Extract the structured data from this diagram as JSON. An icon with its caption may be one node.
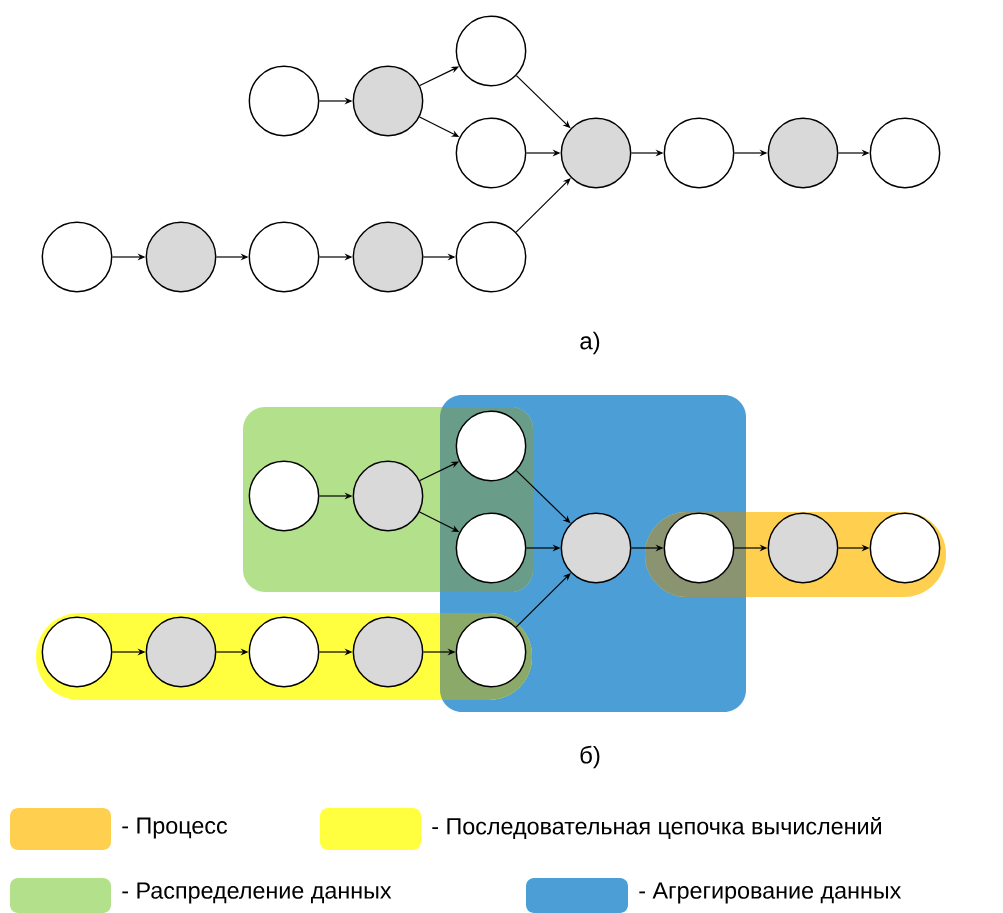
{
  "diagram": {
    "nodes": [
      {
        "text": [],
        "shape": "circle"
      },
      {
        "text": [],
        "shape": "circle"
      },
      {
        "text": [],
        "shape": "circle"
      },
      {
        "text": [],
        "shape": "circle"
      },
      {
        "text": [],
        "shape": "circle"
      },
      {
        "text": [],
        "shape": "circle"
      },
      {
        "text": [],
        "shape": "circle"
      },
      {
        "text": [],
        "shape": "circle"
      },
      {
        "text": [],
        "shape": "circle"
      },
      {
        "text": [],
        "shape": "circle"
      },
      {
        "text": [],
        "shape": "circle"
      },
      {
        "text": [],
        "shape": "circle"
      },
      {
        "text": [],
        "shape": "circle"
      },
      {
        "text": [],
        "shape": "circle"
      },
      {
        "text": [],
        "shape": "circle"
      },
      {
        "text": [],
        "shape": "circle"
      },
      {
        "text": [],
        "shape": "circle"
      },
      {
        "text": [],
        "shape": "circle"
      },
      {
        "text": [],
        "shape": "circle"
      },
      {
        "text": [],
        "shape": "circle"
      },
      {
        "text": [],
        "shape": "circle"
      },
      {
        "text": [],
        "shape": "circle"
      },
      {
        "text": [],
        "shape": "circle"
      },
      {
        "text": [],
        "shape": "circle"
      },
      {
        "text": [],
        "shape": "circle"
      },
      {
        "text": [],
        "shape": "circle"
      }
    ],
    "edges": [
      {
        "from": 0,
        "to": 1,
        "arrow": "to"
      },
      {
        "from": 1,
        "to": 2,
        "arrow": "to"
      },
      {
        "from": 1,
        "to": 3,
        "arrow": "to"
      },
      {
        "from": 2,
        "to": 4,
        "arrow": "to"
      },
      {
        "from": 3,
        "to": 4,
        "arrow": "to"
      },
      {
        "from": 4,
        "to": 5,
        "arrow": "to"
      },
      {
        "from": 5,
        "to": 6,
        "arrow": "to"
      },
      {
        "from": 6,
        "to": 7,
        "arrow": "to"
      },
      {
        "from": 8,
        "to": 9,
        "arrow": "to"
      },
      {
        "from": 9,
        "to": 10,
        "arrow": "to"
      },
      {
        "from": 10,
        "to": 11,
        "arrow": "to"
      },
      {
        "from": 11,
        "to": 12,
        "arrow": "to"
      },
      {
        "from": 12,
        "to": 4,
        "arrow": "to"
      },
      {
        "from": 13,
        "to": 14,
        "arrow": "to"
      },
      {
        "from": 14,
        "to": 15,
        "arrow": "to"
      },
      {
        "from": 14,
        "to": 16,
        "arrow": "to"
      },
      {
        "from": 15,
        "to": 17,
        "arrow": "to"
      },
      {
        "from": 16,
        "to": 17,
        "arrow": "to"
      },
      {
        "from": 17,
        "to": 18,
        "arrow": "to"
      },
      {
        "from": 18,
        "to": 19,
        "arrow": "to"
      },
      {
        "from": 19,
        "to": 20,
        "arrow": "to"
      },
      {
        "from": 21,
        "to": 22,
        "arrow": "to"
      },
      {
        "from": 22,
        "to": 23,
        "arrow": "to"
      },
      {
        "from": 23,
        "to": 24,
        "arrow": "to"
      },
      {
        "from": 24,
        "to": 25,
        "arrow": "to"
      },
      {
        "from": 25,
        "to": 17,
        "arrow": "to"
      }
    ],
    "labels": [
      "а)",
      "б)"
    ],
    "legend": [
      {
        "text": "- Процесс",
        "color": "#ffd050"
      },
      {
        "text": "- Последовательная цепочка вычислений",
        "color": "#ffff40"
      },
      {
        "text": "- Распределение данных",
        "color": "#b3e08a"
      },
      {
        "text": "- Агрегирование данных",
        "color": "#4c9ed6"
      }
    ]
  }
}
